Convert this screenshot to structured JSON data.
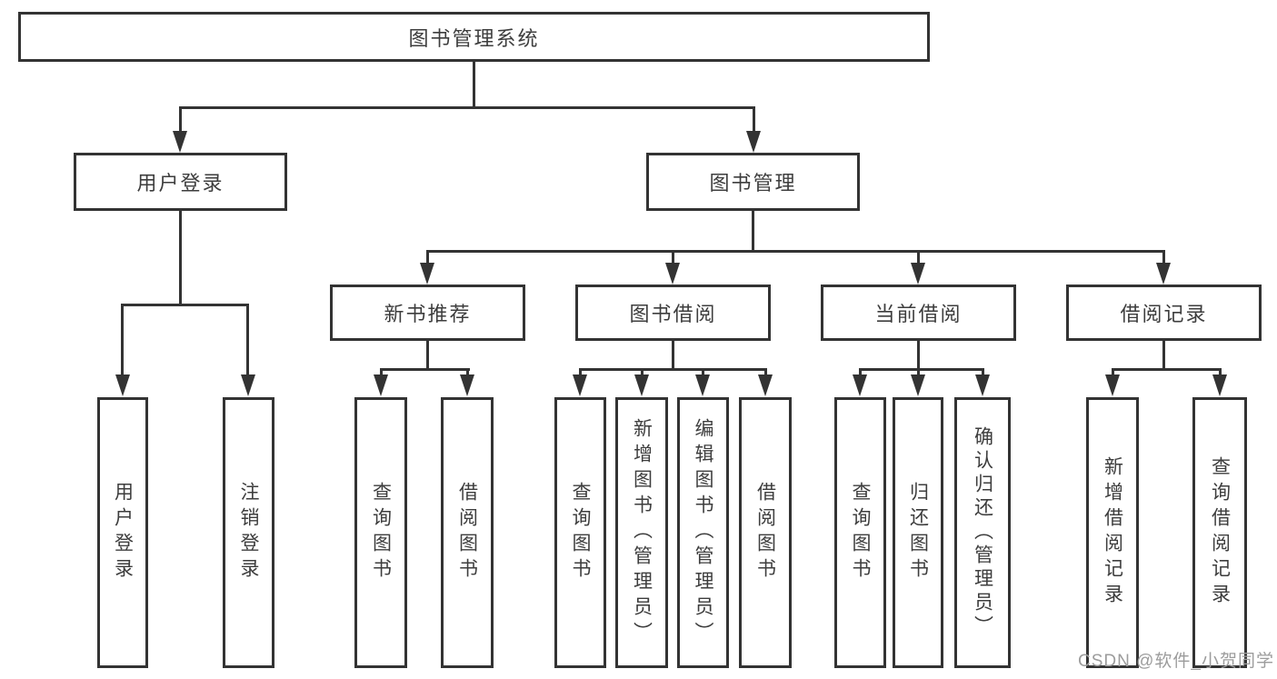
{
  "colors": {
    "background": "#ffffff",
    "line": "#333333",
    "box_border": "#333333",
    "box_background": "#ffffff",
    "text": "#3d3d3d",
    "watermark": "#9c9c9c"
  },
  "nodes": {
    "root": {
      "label": "图书管理系统"
    },
    "login": {
      "label": "用户登录"
    },
    "book_mgmt": {
      "label": "图书管理"
    },
    "rec": {
      "label": "新书推荐"
    },
    "borrow": {
      "label": "图书借阅"
    },
    "current": {
      "label": "当前借阅"
    },
    "records": {
      "label": "借阅记录"
    },
    "leaf_login": {
      "label": "用户登录"
    },
    "leaf_logout": {
      "label": "注销登录"
    },
    "leaf_rec_query": {
      "label": "查询图书"
    },
    "leaf_rec_borrow": {
      "label": "借阅图书"
    },
    "leaf_borrow_query": {
      "label": "查询图书"
    },
    "leaf_borrow_add": {
      "label": "新增图书（管理员）"
    },
    "leaf_borrow_edit": {
      "label": "编辑图书（管理员）"
    },
    "leaf_borrow_do": {
      "label": "借阅图书"
    },
    "leaf_current_query": {
      "label": "查询图书"
    },
    "leaf_current_return": {
      "label": "归还图书"
    },
    "leaf_current_confirm": {
      "label": "确认归还（管理员）"
    },
    "leaf_records_add": {
      "label": "新增借阅记录"
    },
    "leaf_records_query": {
      "label": "查询借阅记录"
    }
  },
  "hierarchy": {
    "图书管理系统": {
      "用户登录": [
        "用户登录",
        "注销登录"
      ],
      "图书管理": {
        "新书推荐": [
          "查询图书",
          "借阅图书"
        ],
        "图书借阅": [
          "查询图书",
          "新增图书（管理员）",
          "编辑图书（管理员）",
          "借阅图书"
        ],
        "当前借阅": [
          "查询图书",
          "归还图书",
          "确认归还（管理员）"
        ],
        "借阅记录": [
          "新增借阅记录",
          "查询借阅记录"
        ]
      }
    }
  },
  "watermark": {
    "text": "CSDN @软件_小贺同学"
  }
}
